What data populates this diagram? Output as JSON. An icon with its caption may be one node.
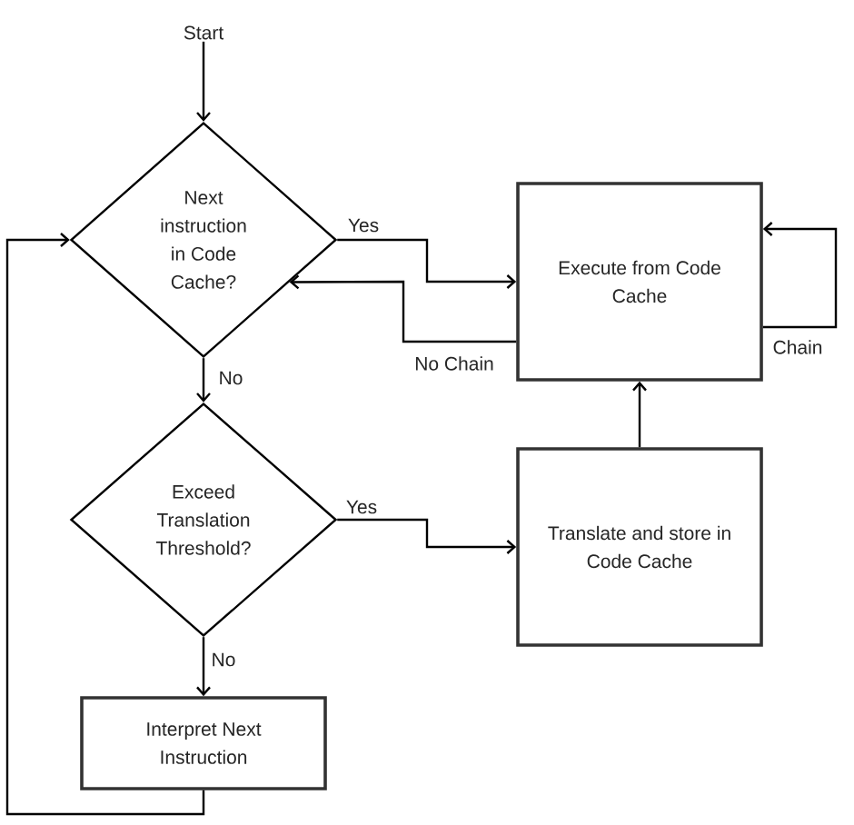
{
  "diagram": {
    "nodes": [
      {
        "text": [
          "Start"
        ]
      },
      {
        "text": [
          "Next instruction in Code Cache?"
        ]
      },
      {
        "text": [
          "Execute from Code Cache"
        ]
      },
      {
        "text": [
          "Exceed Translation Threshold?"
        ]
      },
      {
        "text": [
          "Translate and store in Code Cache"
        ]
      },
      {
        "text": [
          "Interpret Next Instruction"
        ]
      }
    ],
    "edges": [
      {
        "from": 0,
        "to": 1,
        "arrow": "to"
      },
      {
        "from": 1,
        "to": 2,
        "arrow": "to",
        "label": "Yes"
      },
      {
        "from": 2,
        "to": 1,
        "arrow": "to",
        "label": "No Chain"
      },
      {
        "from": 2,
        "to": 2,
        "arrow": "to",
        "label": "Chain"
      },
      {
        "from": 1,
        "to": 3,
        "arrow": "to",
        "label": "No"
      },
      {
        "from": 3,
        "to": 4,
        "arrow": "to",
        "label": "Yes"
      },
      {
        "from": 4,
        "to": 2,
        "arrow": "to"
      },
      {
        "from": 3,
        "to": 5,
        "arrow": "to",
        "label": "No"
      },
      {
        "from": 5,
        "to": 1,
        "arrow": "to"
      }
    ]
  }
}
